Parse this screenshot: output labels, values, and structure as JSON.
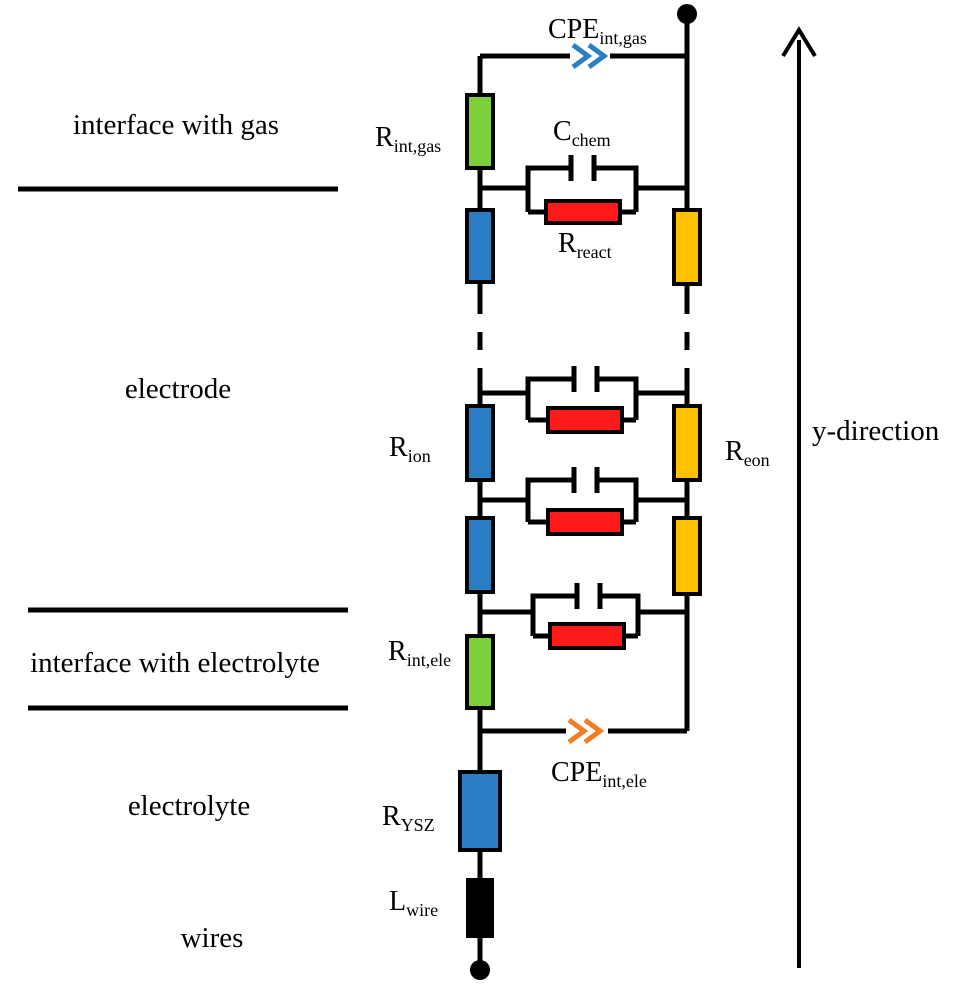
{
  "regions": {
    "gas_interface": "interface with gas",
    "electrode": "electrode",
    "electrolyte_interface": "interface with electrolyte",
    "electrolyte": "electrolyte",
    "wires": "wires"
  },
  "labels": {
    "cpe_gas": {
      "main": "CPE",
      "sub": "int,gas"
    },
    "r_int_gas": {
      "main": "R",
      "sub": "int,gas"
    },
    "c_chem": {
      "main": "C",
      "sub": "chem"
    },
    "r_react": {
      "main": "R",
      "sub": "react"
    },
    "r_ion": {
      "main": "R",
      "sub": "ion"
    },
    "r_eon": {
      "main": "R",
      "sub": "eon"
    },
    "r_int_ele": {
      "main": "R",
      "sub": "int,ele"
    },
    "cpe_ele": {
      "main": "CPE",
      "sub": "int,ele"
    },
    "r_ysz": {
      "main": "R",
      "sub": "YSZ"
    },
    "l_wire": {
      "main": "L",
      "sub": "wire"
    }
  },
  "axis_label": "y-direction",
  "colors": {
    "interface_resistor": "#7dcf3c",
    "ionic_resistor": "#2a7fc4",
    "electronic_resistor": "#ffc000",
    "reaction_resistor": "#ff1a1a",
    "cpe_gas": "#2a7fc4",
    "cpe_ele": "#f27c22",
    "inductor": "#000000"
  }
}
